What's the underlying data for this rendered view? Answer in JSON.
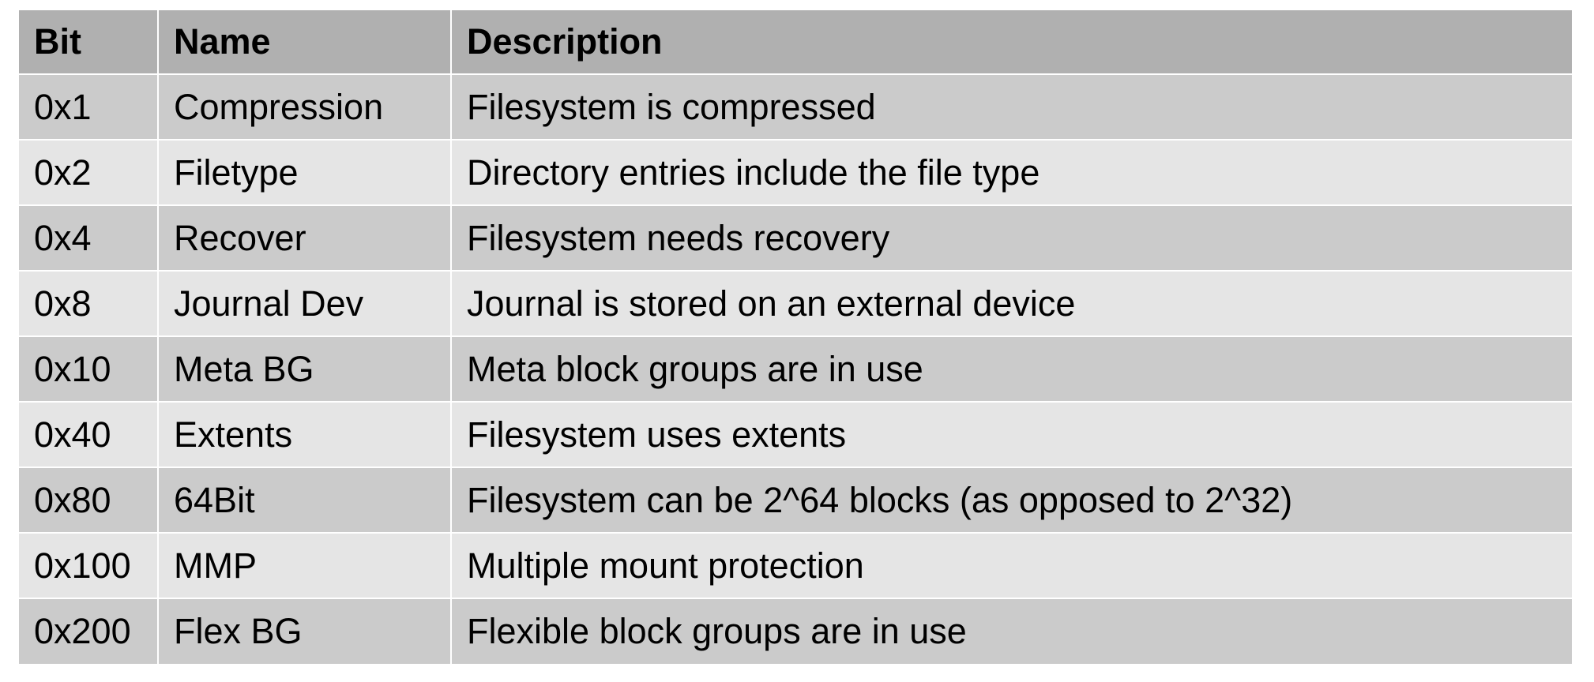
{
  "table": {
    "headers": [
      "Bit",
      "Name",
      "Description"
    ],
    "rows": [
      [
        "0x1",
        "Compression",
        "Filesystem is compressed"
      ],
      [
        "0x2",
        "Filetype",
        "Directory entries include the file type"
      ],
      [
        "0x4",
        "Recover",
        "Filesystem needs recovery"
      ],
      [
        "0x8",
        "Journal Dev",
        "Journal is stored on an external device"
      ],
      [
        "0x10",
        "Meta BG",
        "Meta block groups are in use"
      ],
      [
        "0x40",
        "Extents",
        "Filesystem uses extents"
      ],
      [
        "0x80",
        "64Bit",
        "Filesystem can be 2^64 blocks (as opposed to 2^32)"
      ],
      [
        "0x100",
        "MMP",
        "Multiple mount protection"
      ],
      [
        "0x200",
        "Flex BG",
        "Flexible block groups are in use"
      ]
    ]
  }
}
